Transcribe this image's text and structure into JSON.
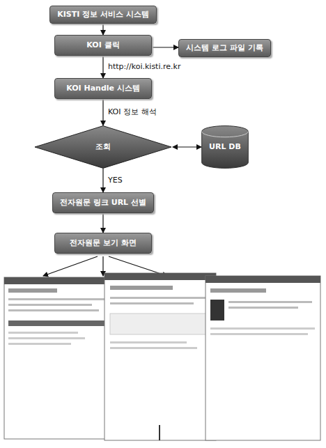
{
  "diagram": {
    "nodes": [
      {
        "text": [
          "KISTI 정보 서비스 시스템"
        ]
      },
      {
        "text": [
          "KOI 클릭"
        ]
      },
      {
        "text": [
          "시스템 로그 파일 기록"
        ]
      },
      {
        "text": [
          "KOI Handle 시스템"
        ]
      },
      {
        "text": [
          "조회"
        ]
      },
      {
        "text": [
          "URL DB"
        ]
      },
      {
        "text": [
          "전자원문 링크 URL 선별"
        ]
      },
      {
        "text": [
          "전자원문 보기 화면"
        ]
      }
    ],
    "edges": [
      {
        "from": 0,
        "to": 1,
        "arrow": "to"
      },
      {
        "from": 1,
        "to": 2,
        "arrow": "to"
      },
      {
        "from": 1,
        "to": 3,
        "arrow": "to",
        "label": "http://koi.kisti.re.kr"
      },
      {
        "from": 3,
        "to": 4,
        "arrow": "to",
        "label": "KOI 정보 해석"
      },
      {
        "from": 4,
        "to": 5,
        "arrow": "both"
      },
      {
        "from": 4,
        "to": 6,
        "arrow": "to",
        "label": "YES"
      },
      {
        "from": 6,
        "to": 7,
        "arrow": "to"
      }
    ]
  }
}
